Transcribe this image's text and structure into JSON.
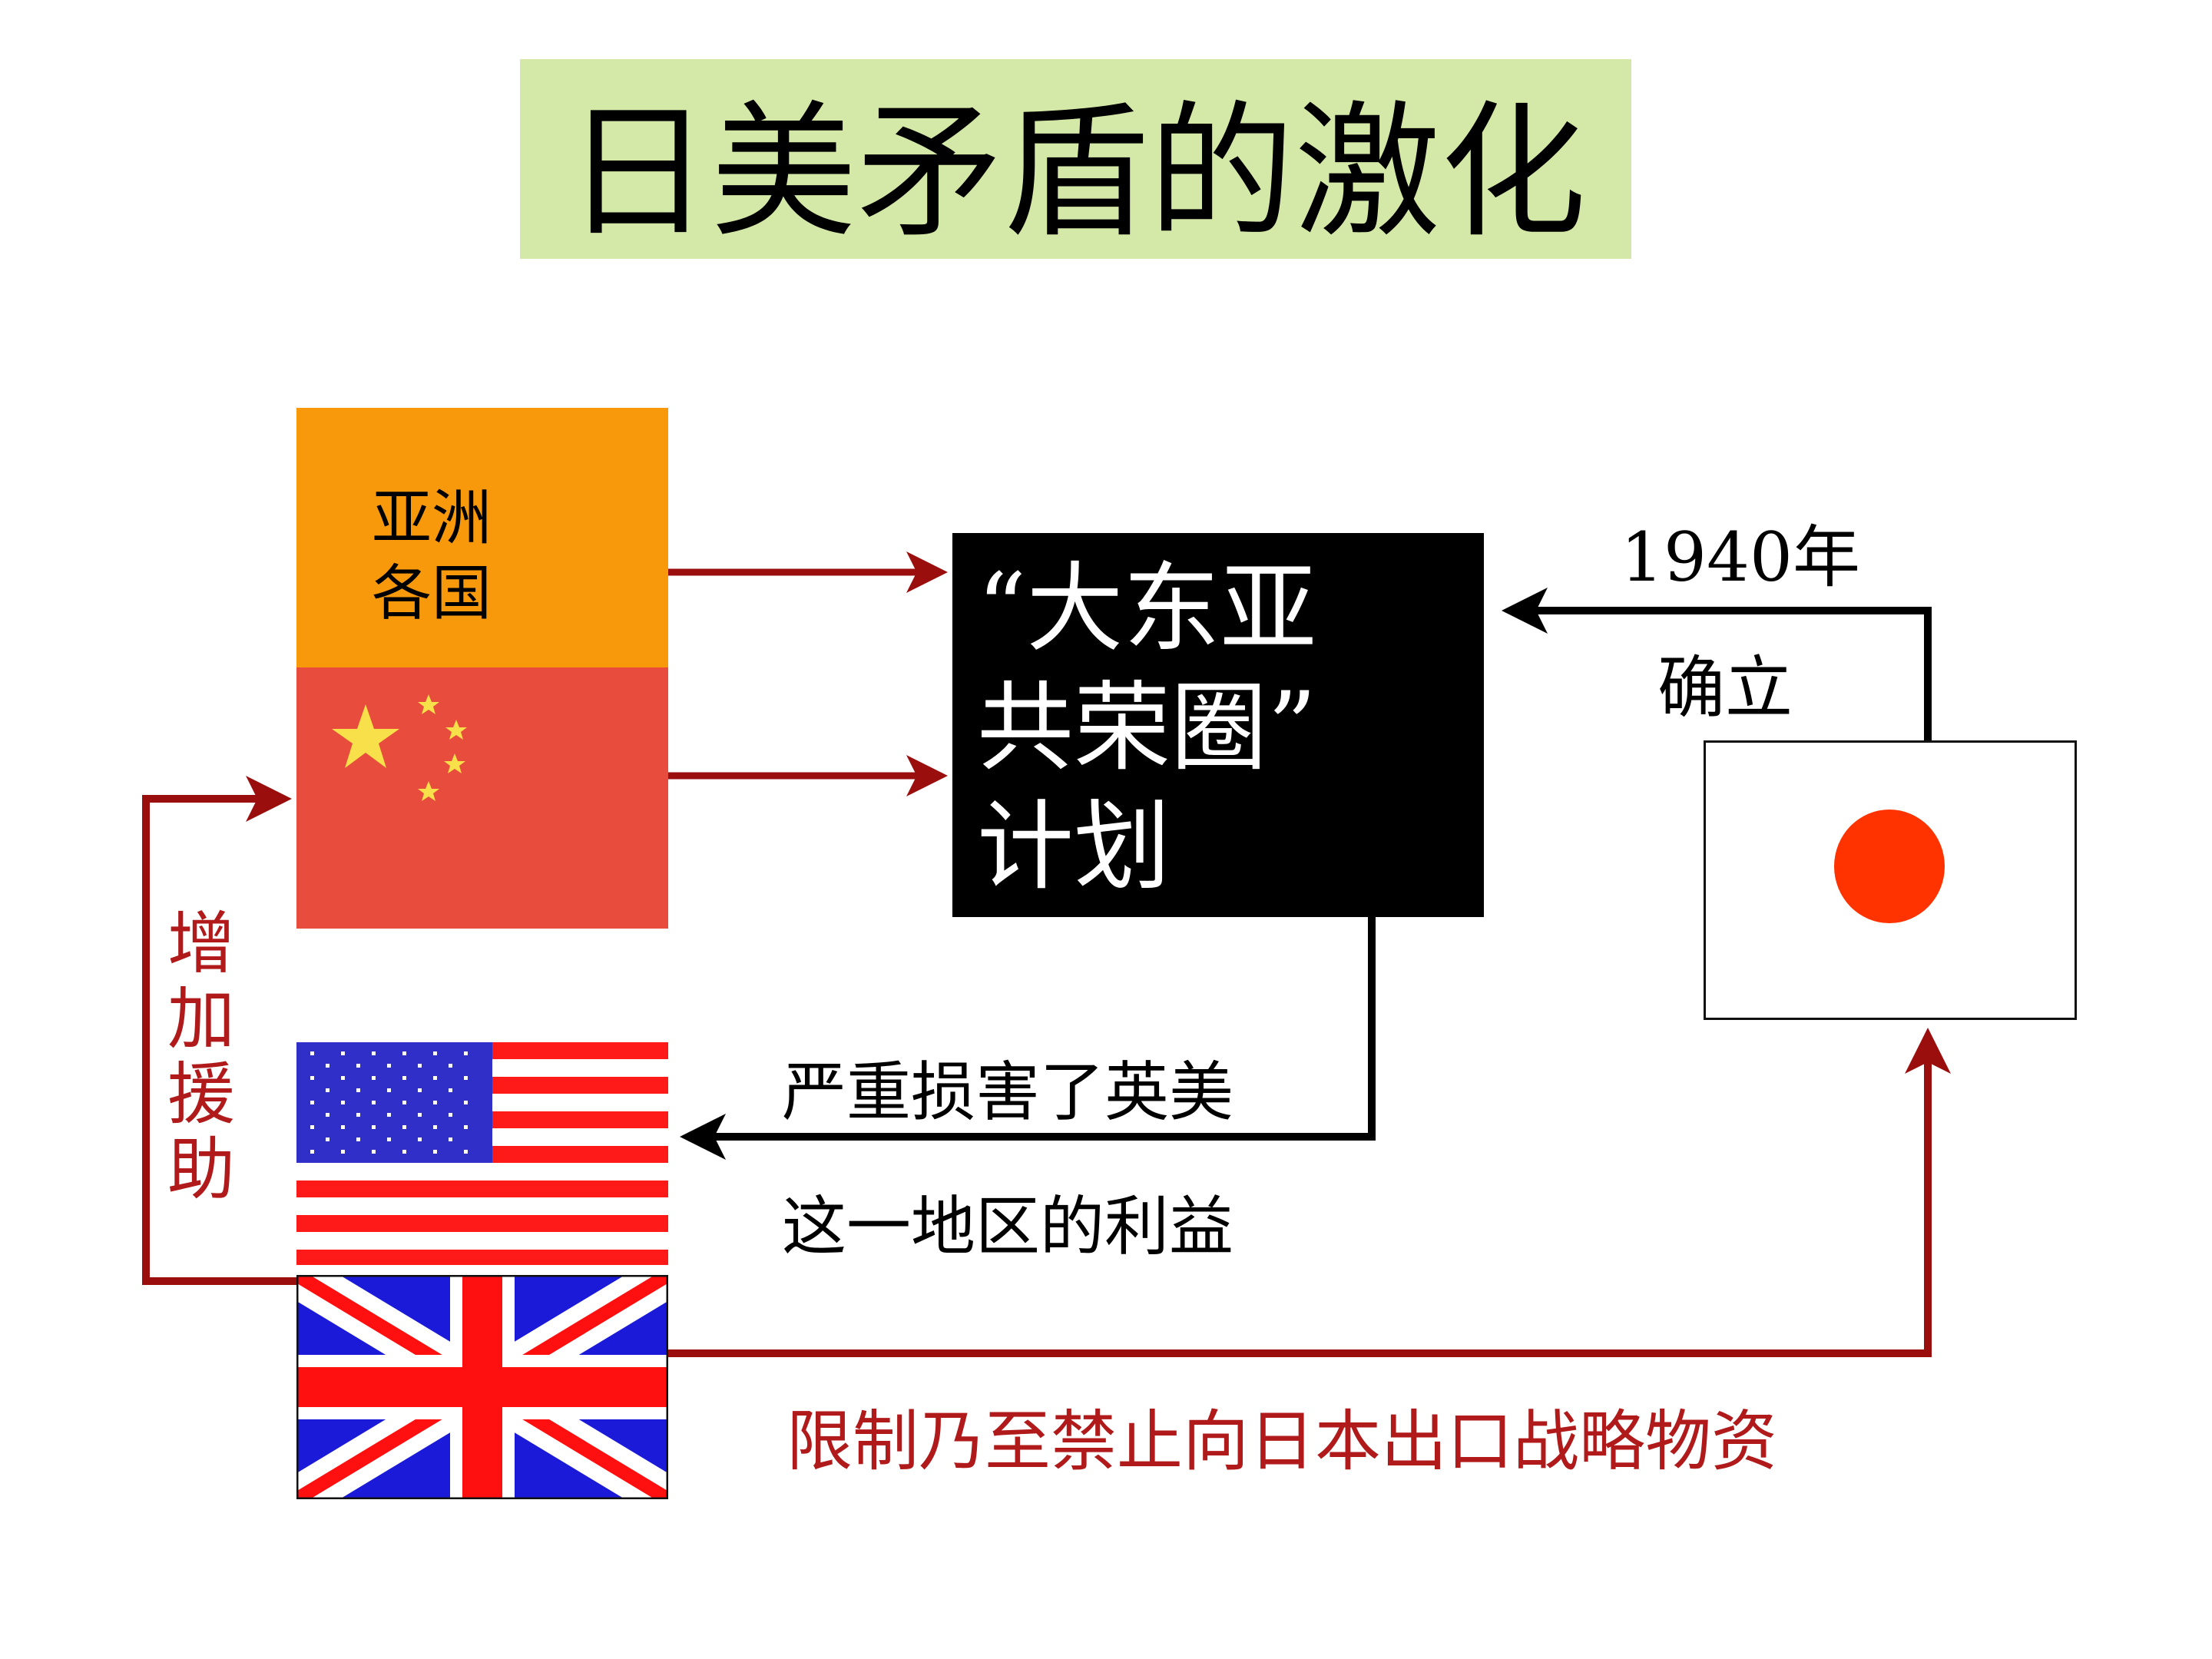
{
  "title": "日美矛盾的激化",
  "asia_label": [
    "亚洲",
    "各国"
  ],
  "plan_text": "“大东亚\n共荣圈”\n计划",
  "year": "1940年",
  "establish": "确立",
  "damage_line1": "严重损害了英美",
  "damage_line2": "这一地区的利益",
  "aid_text": "增加援助",
  "restrict_text": "限制乃至禁止向日本出口战略物资",
  "colors": {
    "title_bg": "#d4e8a8",
    "asia_bg": "#f7990b",
    "china_red": "#e84c3d",
    "china_star": "#f7e04a",
    "arrow_dark_red": "#9b0e0e",
    "label_red": "#b01a1a",
    "japan_sun": "#ff3300",
    "us_blue": "#3030c8",
    "us_red": "#ff1a1a",
    "uk_blue": "#1a1ad8",
    "uk_red": "#ff1010"
  }
}
